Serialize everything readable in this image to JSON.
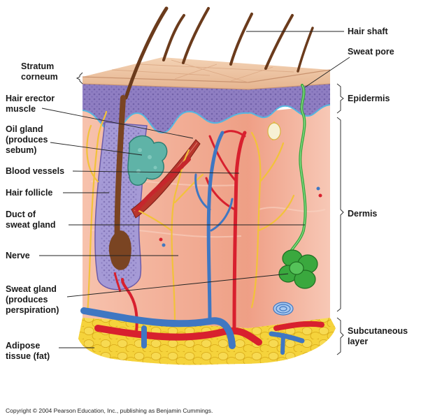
{
  "diagram": {
    "labels_left": {
      "stratum_corneum": [
        "Stratum",
        "corneum"
      ],
      "hair_erector_muscle": [
        "Hair erector",
        "muscle"
      ],
      "oil_gland": [
        "Oil gland",
        "(produces",
        "sebum)"
      ],
      "blood_vessels": [
        "Blood vessels"
      ],
      "hair_follicle": [
        "Hair follicle"
      ],
      "duct_of_sweat_gland": [
        "Duct of",
        "sweat gland"
      ],
      "nerve": [
        "Nerve"
      ],
      "sweat_gland": [
        "Sweat gland",
        "(produces",
        "perspiration)"
      ],
      "adipose_tissue": [
        "Adipose",
        "tissue (fat)"
      ]
    },
    "labels_right": {
      "hair_shaft": [
        "Hair shaft"
      ],
      "sweat_pore": [
        "Sweat pore"
      ],
      "epidermis": [
        "Epidermis"
      ],
      "dermis": [
        "Dermis"
      ],
      "subcutaneous_layer": [
        "Subcutaneous",
        "layer"
      ]
    },
    "copyright": "Copyright © 2004 Pearson Education, Inc., publishing as Benjamin Cummings.",
    "colors": {
      "dermis": "#f4b49c",
      "dermis_light": "#f9d3c3",
      "epidermis": "#8f7ec2",
      "epidermis_dots": "#5a4a94",
      "stratum": "#f1c9a8",
      "adipose": "#f5d33c",
      "adipose_edge": "#d6a716",
      "artery": "#d8202e",
      "vein": "#3f77c2",
      "nerve": "#f2c23a",
      "sweat_gland": "#3aa83e",
      "oil_gland": "#5fb3a7",
      "hair": "#7a4422",
      "muscle": "#b8362c"
    }
  }
}
